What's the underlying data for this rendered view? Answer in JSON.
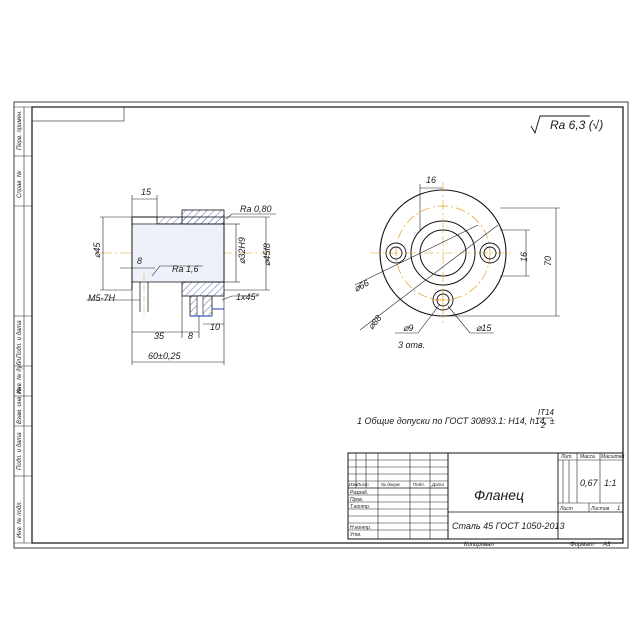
{
  "colors": {
    "line": "#111111",
    "hatch": "#5b6fb5",
    "center": "#e6a020",
    "blue_line": "#3f5fbf",
    "section_fill": "#c7cfe6"
  },
  "roughness": "Ra 6,3 (√)",
  "side_labels": [
    "Перв. примен.",
    "Справ. №",
    "Подп. и дата",
    "Инв. № дубл.",
    "Взам. инв. №",
    "Подп. и дата",
    "Инв. № подл."
  ],
  "section_view": {
    "dims": {
      "w15": "15",
      "ra080": "Ra 0,80",
      "d45": "⌀45",
      "d32": "⌀32H9",
      "d45f8": "⌀45f8",
      "e8": "8",
      "ra16": "Ra 1,6",
      "thread": "M5-7H",
      "chamfer": "1x45°",
      "l35": "35",
      "l8": "8",
      "l10": "10",
      "l60": "60±0,25"
    }
  },
  "front_view": {
    "dims": {
      "d16": "16",
      "h16": "16",
      "h70": "70",
      "d66": "⌀66",
      "d88": "⌀88",
      "d9": "⌀9",
      "holes": "3 отв.",
      "d15": "⌀15"
    }
  },
  "note": "1 Общие допуски по ГОСТ 30893.1: H14, h14, ±",
  "note_fraction": {
    "num": "IT14",
    "den": "2"
  },
  "title_block": {
    "name": "Фланец",
    "material": "Сталь 45 ГОСТ 1050-2013",
    "cols": {
      "lit": "Лит.",
      "mass": "Масса",
      "scale": "Масштаб"
    },
    "mass_value": "0,67",
    "scale_value": "1:1",
    "sheet_label": "Лист",
    "sheets_label": "Листов",
    "sheets_value": "1",
    "row_labels": [
      "Изм.",
      "Лист",
      "№ докум.",
      "Подп.",
      "Дата"
    ],
    "roles": [
      "Разраб.",
      "Пров.",
      "Т.контр.",
      "Н.контр.",
      "Утв."
    ],
    "copied": "Копировал",
    "format": "Формат",
    "format_value": "A3"
  }
}
